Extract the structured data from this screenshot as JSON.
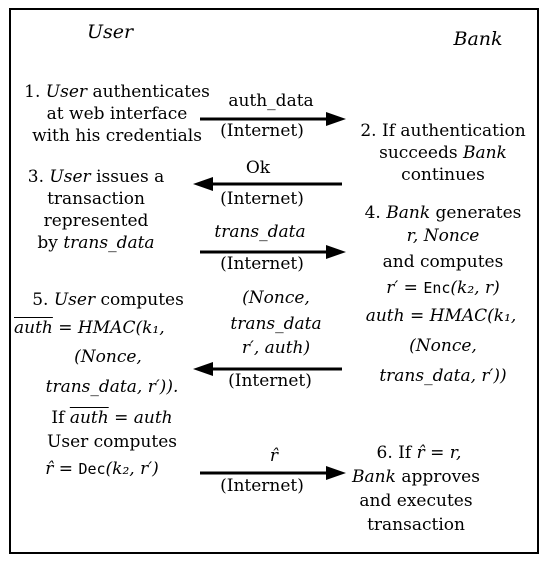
{
  "headers": {
    "user": "User",
    "bank": "Bank"
  },
  "step1": {
    "num": "1.",
    "actor": "User",
    "rest": "authenticates",
    "line2": "at web interface",
    "line3": "with his credentials"
  },
  "msg1": {
    "label": "auth_data",
    "channel": "(Internet)"
  },
  "step2": {
    "line1": "2. If authentication",
    "line2a": "succeeds",
    "line2b": "Bank",
    "line3": "continues"
  },
  "msg2": {
    "label": "Ok",
    "channel": "(Internet)"
  },
  "step3": {
    "num": "3.",
    "actor": "User",
    "rest": "issues a",
    "line2": "transaction",
    "line3": "represented",
    "line4a": "by",
    "line4b": "trans_data"
  },
  "msg3": {
    "label": "trans_data",
    "channel": "(Internet)"
  },
  "step4": {
    "num": "4.",
    "actor": "Bank",
    "rest": "generates",
    "line2": "r, Nonce",
    "line3": "and computes",
    "line4a": "r′ =",
    "line4b": "Enc",
    "line4c": "(k₂, r)",
    "line5": "auth = HMAC(k₁,",
    "line6": "(Nonce,",
    "line7": "trans_data, r′))"
  },
  "msg4": {
    "line1": "(Nonce,",
    "line2": "trans_data",
    "line3": "r′, auth)",
    "channel": "(Internet)"
  },
  "step5": {
    "num": "5.",
    "actor": "User",
    "rest": "computes",
    "line2a": "auth",
    "line2b": "= HMAC(k₁,",
    "line3": "(Nonce,",
    "line4": "trans_data, r′)).",
    "line5a": "If",
    "line5b": "auth",
    "line5c": "= auth",
    "line6": "User computes",
    "line7a": "r̂ =",
    "line7b": "Dec",
    "line7c": "(k₂, r′)"
  },
  "msg5": {
    "label": "r̂",
    "channel": "(Internet)"
  },
  "step6": {
    "line1a": "6. If",
    "line1b": "r̂ = r,",
    "line2a": "Bank",
    "line2b": "approves",
    "line3": "and executes",
    "line4": "transaction"
  }
}
